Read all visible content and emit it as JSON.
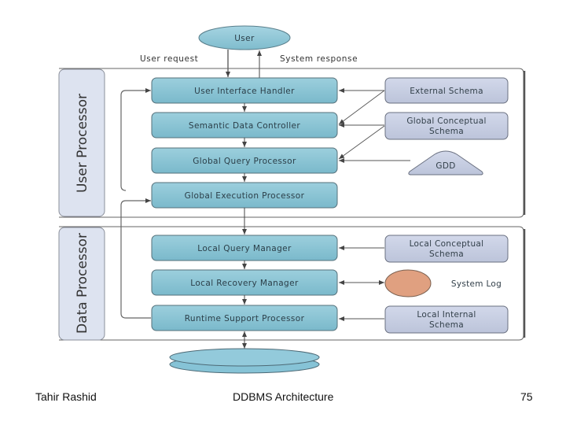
{
  "diagram": {
    "title": "DDBMS Architecture",
    "user_node": "User",
    "user_request_label": "User request",
    "system_response_label": "System response",
    "user_processor": {
      "label": "User Processor",
      "components": [
        "User Interface Handler",
        "Semantic Data Controller",
        "Global Query Processor",
        "Global Execution Processor"
      ],
      "schemas": [
        {
          "lines": [
            "External Schema"
          ]
        },
        {
          "lines": [
            "Global Conceptual",
            "Schema"
          ]
        },
        {
          "lines": [
            "GDD"
          ]
        }
      ]
    },
    "data_processor": {
      "label": "Data Processor",
      "components": [
        "Local Query Manager",
        "Local Recovery Manager",
        "Runtime Support Processor"
      ],
      "schemas": [
        {
          "lines": [
            "Local Conceptual",
            "Schema"
          ]
        },
        {
          "lines": [
            "System Log"
          ]
        },
        {
          "lines": [
            "Local Internal",
            "Schema"
          ]
        }
      ]
    },
    "colors": {
      "component_fill": "#8fc6d6",
      "schema_fill": "#c9d0e3",
      "processor_label_fill": "#dde3f0",
      "system_log_fill": "#e0a080",
      "database_fill": "#86c3d6"
    }
  },
  "footer": {
    "author": "Tahir Rashid",
    "title": "DDBMS Architecture",
    "page_number": "75"
  }
}
